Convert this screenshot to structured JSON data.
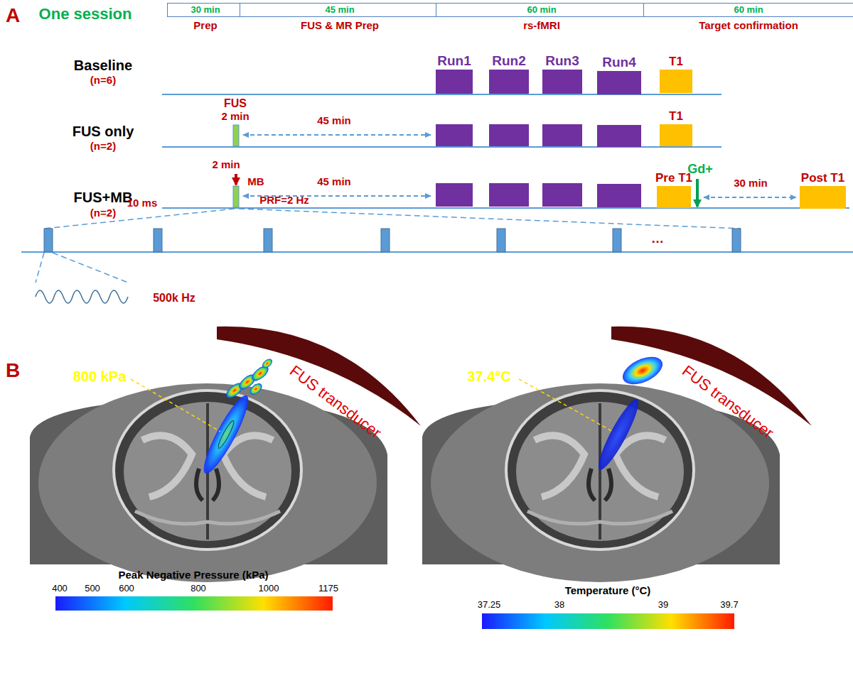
{
  "diagram": {
    "nodes": [
      {
        "text": [
          "30 min",
          "Prep"
        ]
      },
      {
        "text": [
          "45 min",
          "FUS & MR Prep"
        ]
      },
      {
        "text": [
          "60 min",
          "rs-fMRI"
        ]
      },
      {
        "text": [
          "60 min",
          "Target confirmation"
        ]
      },
      {
        "text": [
          "Run1"
        ]
      },
      {
        "text": [
          "Run2"
        ]
      },
      {
        "text": [
          "Run3"
        ]
      },
      {
        "text": [
          "Run4"
        ]
      },
      {
        "text": [
          "T1"
        ]
      },
      {
        "text": [
          "T1"
        ]
      },
      {
        "text": [
          "Pre T1"
        ]
      },
      {
        "text": [
          "Post T1"
        ]
      }
    ],
    "labels": [
      "A",
      "One session",
      "Baseline",
      "(n=6)",
      "FUS only",
      "(n=2)",
      "FUS",
      "2 min",
      "45 min",
      "FUS+MB",
      "(n=2)",
      "2 min",
      "MB",
      "45 min",
      "Gd+",
      "30 min",
      "10 ms",
      "PRF=2 Hz",
      "…",
      "500k Hz",
      "B",
      "FUS transducer",
      "FUS transducer",
      "800 kPa",
      "37.4°C",
      "Peak Negative Pressure (kPa)",
      "400",
      "500",
      "600",
      "800",
      "1000",
      "1175",
      "Temperature (°C)",
      "37.25",
      "38",
      "39",
      "39.7"
    ]
  }
}
